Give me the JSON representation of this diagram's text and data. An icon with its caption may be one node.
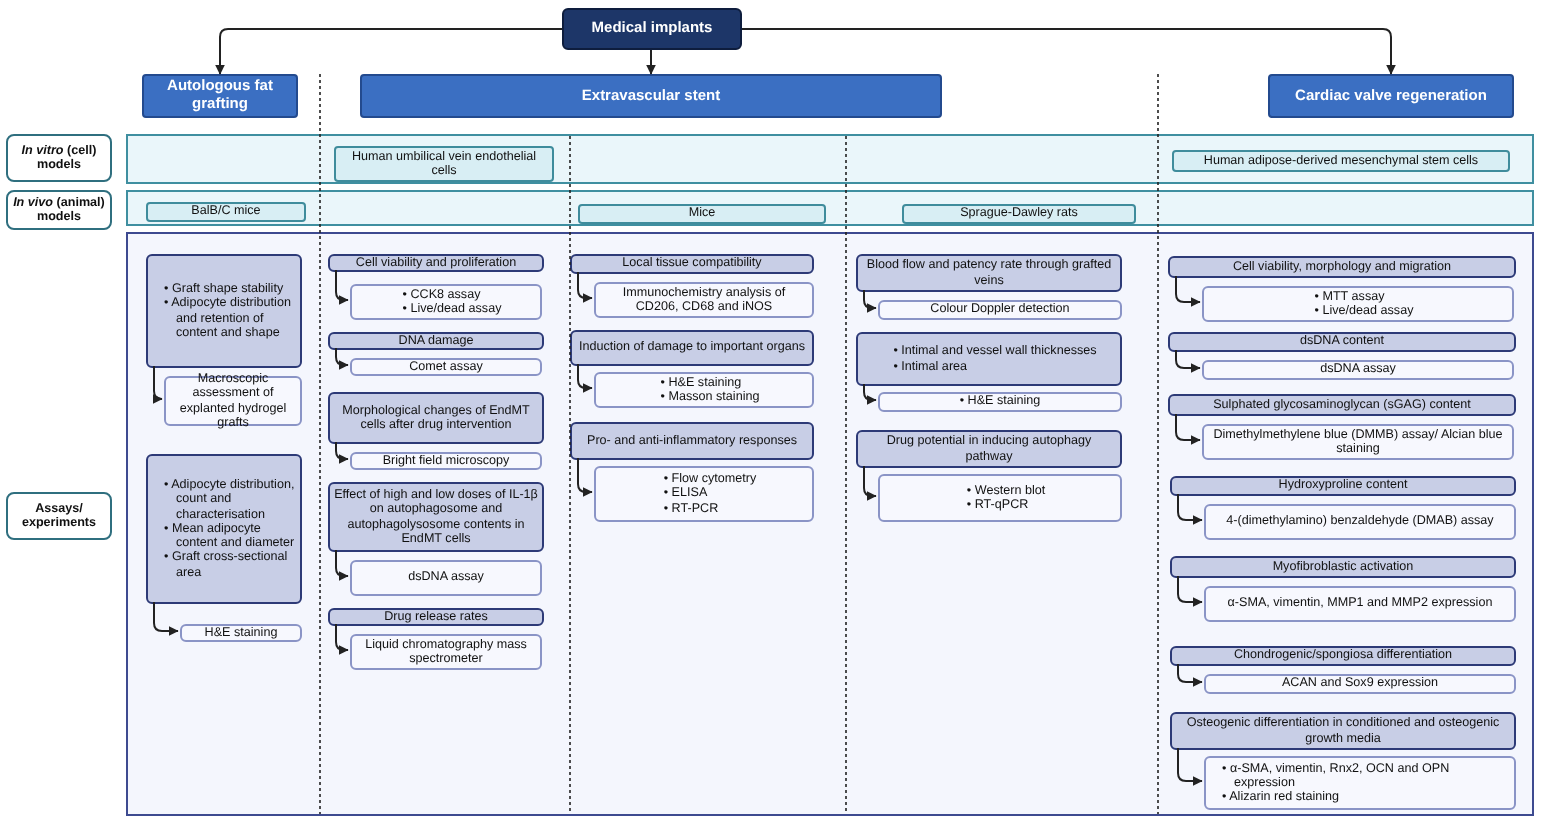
{
  "diagram": {
    "nodes": [
      {
        "text": [
          "Medical implants"
        ]
      },
      {
        "text": [
          "Autologous fat grafting"
        ]
      },
      {
        "text": [
          "Extravascular stent"
        ]
      },
      {
        "text": [
          "Cardiac valve regeneration"
        ]
      },
      {
        "text": [
          "*In vitro* (cell) models"
        ]
      },
      {
        "text": [],
        "shape": "band"
      },
      {
        "text": [
          "Human umbilical vein endothelial cells"
        ],
        "in": 5
      },
      {
        "text": [
          "Human adipose-derived mesenchymal stem cells"
        ],
        "in": 5
      },
      {
        "text": [
          "*In vivo* (animal) models"
        ]
      },
      {
        "text": [],
        "shape": "band"
      },
      {
        "text": [
          "BalB/C mice"
        ],
        "in": 9
      },
      {
        "text": [
          "Mice"
        ],
        "in": 9
      },
      {
        "text": [
          "Sprague-Dawley rats"
        ],
        "in": 9
      },
      {
        "text": [
          "Assays/ experiments"
        ]
      },
      {
        "text": [],
        "shape": "box"
      },
      {
        "text": [
          "• Graft shape stability",
          "• Adipocyte distribution and retention of content and shape"
        ],
        "in": 14
      },
      {
        "text": [
          "Macroscopic assessment of explanted hydrogel grafts"
        ],
        "in": 14
      },
      {
        "text": [
          "• Adipocyte distribution, count and characterisation",
          "• Mean adipocyte content and diameter",
          "• Graft cross-sectional area"
        ],
        "in": 14
      },
      {
        "text": [
          "H&E staining"
        ],
        "in": 14
      },
      {
        "text": [
          "Cell viability and proliferation"
        ],
        "in": 14
      },
      {
        "text": [
          "• CCK8 assay",
          "• Live/dead assay"
        ],
        "in": 14
      },
      {
        "text": [
          "DNA damage"
        ],
        "in": 14
      },
      {
        "text": [
          "Comet assay"
        ],
        "in": 14
      },
      {
        "text": [
          "Morphological changes of EndMT cells after drug intervention"
        ],
        "in": 14
      },
      {
        "text": [
          "Bright field microscopy"
        ],
        "in": 14
      },
      {
        "text": [
          "Effect of high and low doses of IL-1β on autophagosome and autophagolysosome contents in EndMT cells"
        ],
        "in": 14
      },
      {
        "text": [
          "dsDNA assay"
        ],
        "in": 14
      },
      {
        "text": [
          "Drug release rates"
        ],
        "in": 14
      },
      {
        "text": [
          "Liquid chromatography mass spectrometer"
        ],
        "in": 14
      },
      {
        "text": [
          "Local tissue compatibility"
        ],
        "in": 14
      },
      {
        "text": [
          "Immunochemistry analysis of CD206, CD68 and iNOS"
        ],
        "in": 14
      },
      {
        "text": [
          "Induction of damage to important organs"
        ],
        "in": 14
      },
      {
        "text": [
          "• H&E staining",
          "• Masson staining"
        ],
        "in": 14
      },
      {
        "text": [
          "Pro- and anti-inflammatory responses"
        ],
        "in": 14
      },
      {
        "text": [
          "• Flow cytometry",
          "• ELISA",
          "• RT-PCR"
        ],
        "in": 14
      },
      {
        "text": [
          "Blood flow and patency rate through grafted veins"
        ],
        "in": 14
      },
      {
        "text": [
          "Colour Doppler detection"
        ],
        "in": 14
      },
      {
        "text": [
          "• Intimal and vessel wall thicknesses",
          "• Intimal area"
        ],
        "in": 14
      },
      {
        "text": [
          "• H&E staining"
        ],
        "in": 14
      },
      {
        "text": [
          "Drug potential in inducing autophagy pathway"
        ],
        "in": 14
      },
      {
        "text": [
          "• Western blot",
          "• RT-qPCR"
        ],
        "in": 14
      },
      {
        "text": [
          "Cell viability, morphology and migration"
        ],
        "in": 14
      },
      {
        "text": [
          "• MTT assay",
          "• Live/dead assay"
        ],
        "in": 14
      },
      {
        "text": [
          "dsDNA content"
        ],
        "in": 14
      },
      {
        "text": [
          "dsDNA assay"
        ],
        "in": 14
      },
      {
        "text": [
          "Sulphated glycosaminoglycan (sGAG) content"
        ],
        "in": 14
      },
      {
        "text": [
          "Dimethylmethylene blue (DMMB) assay/ Alcian blue staining"
        ],
        "in": 14
      },
      {
        "text": [
          "Hydroxyproline content"
        ],
        "in": 14
      },
      {
        "text": [
          "4-(dimethylamino) benzaldehyde (DMAB) assay"
        ],
        "in": 14
      },
      {
        "text": [
          "Myofibroblastic activation"
        ],
        "in": 14
      },
      {
        "text": [
          "α-SMA, vimentin, MMP1 and MMP2 expression"
        ],
        "in": 14
      },
      {
        "text": [
          "Chondrogenic/spongiosa differentiation"
        ],
        "in": 14
      },
      {
        "text": [
          "ACAN and Sox9 expression"
        ],
        "in": 14
      },
      {
        "text": [
          "Osteogenic differentiation in conditioned and osteogenic growth media"
        ],
        "in": 14
      },
      {
        "text": [
          "• α-SMA, vimentin, Rnx2, OCN and OPN expression",
          "• Alizarin red staining"
        ],
        "in": 14
      }
    ],
    "edges": [
      {
        "from": 0,
        "to": 1,
        "arrow": "to"
      },
      {
        "from": 0,
        "to": 2,
        "arrow": "to"
      },
      {
        "from": 0,
        "to": 3,
        "arrow": "to"
      },
      {
        "from": 15,
        "to": 16,
        "arrow": "to"
      },
      {
        "from": 17,
        "to": 18,
        "arrow": "to"
      },
      {
        "from": 19,
        "to": 20,
        "arrow": "to"
      },
      {
        "from": 21,
        "to": 22,
        "arrow": "to"
      },
      {
        "from": 23,
        "to": 24,
        "arrow": "to"
      },
      {
        "from": 25,
        "to": 26,
        "arrow": "to"
      },
      {
        "from": 27,
        "to": 28,
        "arrow": "to"
      },
      {
        "from": 29,
        "to": 30,
        "arrow": "to"
      },
      {
        "from": 31,
        "to": 32,
        "arrow": "to"
      },
      {
        "from": 33,
        "to": 34,
        "arrow": "to"
      },
      {
        "from": 35,
        "to": 36,
        "arrow": "to"
      },
      {
        "from": 37,
        "to": 38,
        "arrow": "to"
      },
      {
        "from": 39,
        "to": 40,
        "arrow": "to"
      },
      {
        "from": 41,
        "to": 42,
        "arrow": "to"
      },
      {
        "from": 43,
        "to": 44,
        "arrow": "to"
      },
      {
        "from": 45,
        "to": 46,
        "arrow": "to"
      },
      {
        "from": 47,
        "to": 48,
        "arrow": "to"
      },
      {
        "from": 49,
        "to": 50,
        "arrow": "to"
      },
      {
        "from": 51,
        "to": 52,
        "arrow": "to"
      },
      {
        "from": 53,
        "to": 54,
        "arrow": "to"
      }
    ]
  }
}
